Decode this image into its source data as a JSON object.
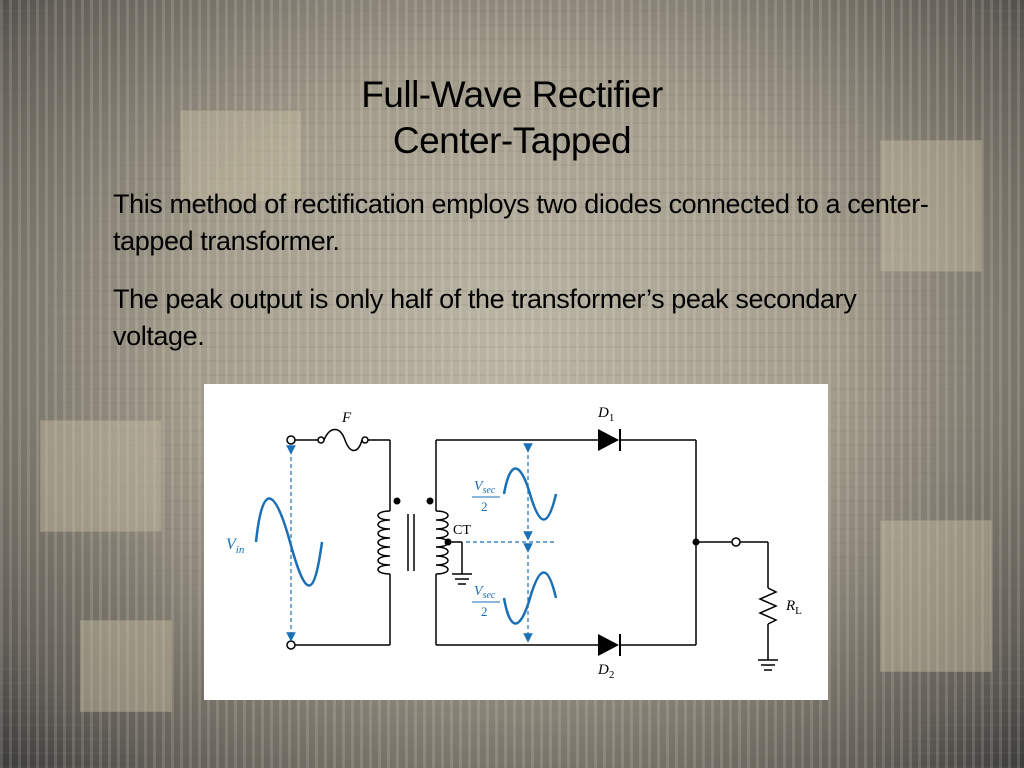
{
  "slide": {
    "title_line1": "Full-Wave Rectifier",
    "title_line2": "Center-Tapped",
    "paragraph1": "This method of rectification employs two diodes connected to a center-tapped transformer.",
    "paragraph2": "The peak output is only half of the transformer’s peak secondary voltage."
  },
  "diagram": {
    "fuse_label": "F",
    "d1_label": "D",
    "d1_sub": "1",
    "d2_label": "D",
    "d2_sub": "2",
    "ct_label": "CT",
    "vin_label": "V",
    "vin_sub": "in",
    "vsec_top_label": "V",
    "vsec_top_sub": "sec",
    "vsec_top_den": "2",
    "vsec_bot_label": "V",
    "vsec_bot_sub": "sec",
    "vsec_bot_den": "2",
    "rl_label": "R",
    "rl_sub": "L"
  },
  "colors": {
    "wire": "#000000",
    "signal": "#1a6fb5"
  }
}
